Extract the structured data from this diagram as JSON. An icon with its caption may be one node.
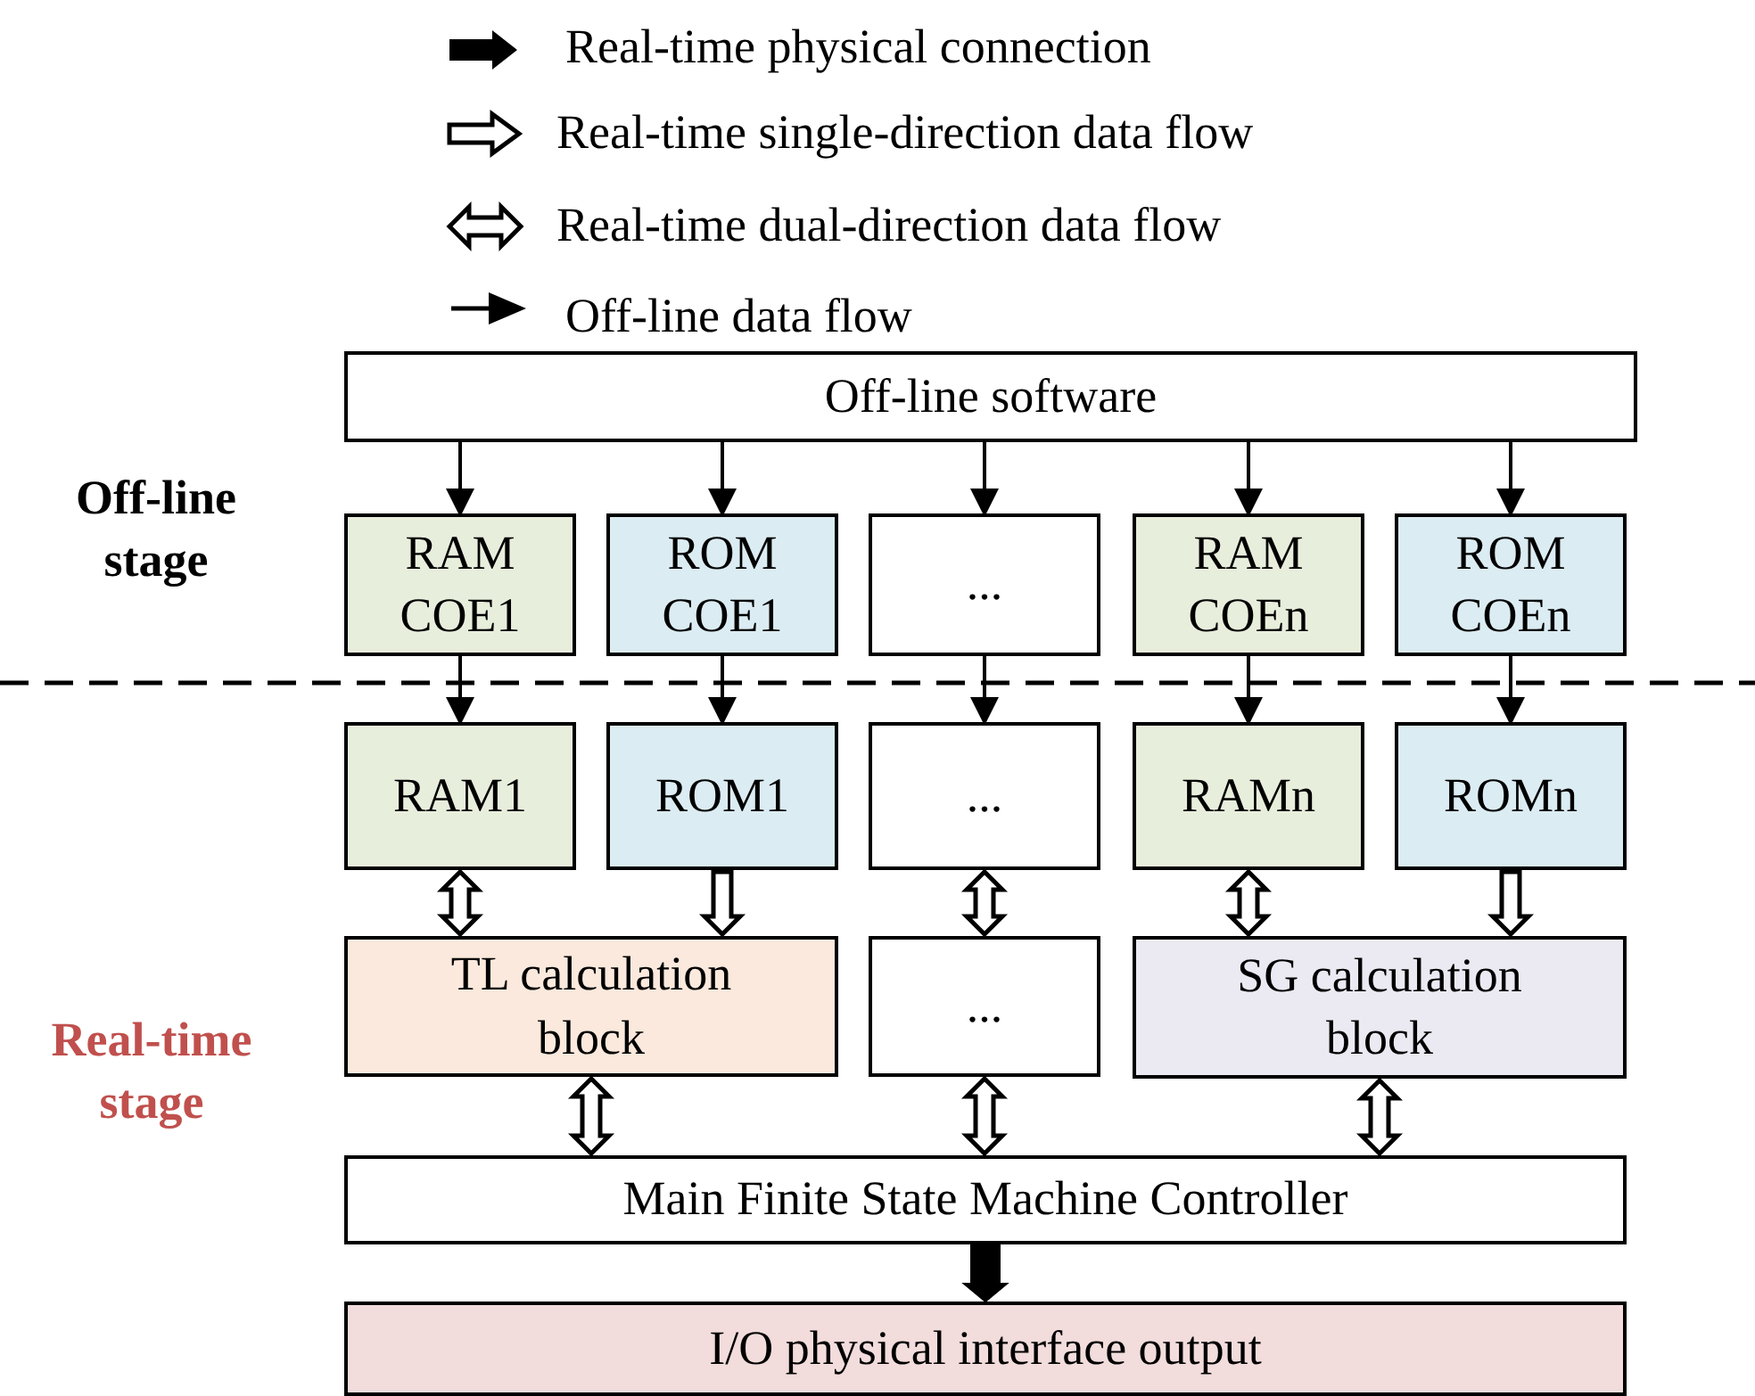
{
  "diagram": {
    "nodes": [
      {
        "text": [
          "Off-line software"
        ]
      },
      {
        "text": [
          "RAM COE1"
        ]
      },
      {
        "text": [
          "ROM COE1"
        ]
      },
      {
        "text": [
          "..."
        ]
      },
      {
        "text": [
          "RAM COEn"
        ]
      },
      {
        "text": [
          "ROM COEn"
        ]
      },
      {
        "text": [
          "RAM1"
        ]
      },
      {
        "text": [
          "ROM1"
        ]
      },
      {
        "text": [
          "..."
        ]
      },
      {
        "text": [
          "RAMn"
        ]
      },
      {
        "text": [
          "ROMn"
        ]
      },
      {
        "text": [
          "TL calculation block"
        ]
      },
      {
        "text": [
          "..."
        ]
      },
      {
        "text": [
          "SG calculation block"
        ]
      },
      {
        "text": [
          "Main Finite State Machine Controller"
        ]
      },
      {
        "text": [
          "I/O physical interface output"
        ]
      }
    ],
    "edges": [
      {
        "from": 0,
        "to": 1,
        "arrow": "to"
      },
      {
        "from": 0,
        "to": 2,
        "arrow": "to"
      },
      {
        "from": 0,
        "to": 3,
        "arrow": "to"
      },
      {
        "from": 0,
        "to": 4,
        "arrow": "to"
      },
      {
        "from": 0,
        "to": 5,
        "arrow": "to"
      },
      {
        "from": 1,
        "to": 6,
        "arrow": "to"
      },
      {
        "from": 2,
        "to": 7,
        "arrow": "to"
      },
      {
        "from": 3,
        "to": 8,
        "arrow": "to"
      },
      {
        "from": 4,
        "to": 9,
        "arrow": "to"
      },
      {
        "from": 5,
        "to": 10,
        "arrow": "to"
      },
      {
        "from": 6,
        "to": 11,
        "arrow": "both",
        "style": "thick"
      },
      {
        "from": 7,
        "to": 11,
        "arrow": "to",
        "style": "thick"
      },
      {
        "from": 8,
        "to": 12,
        "arrow": "both",
        "style": "thick"
      },
      {
        "from": 9,
        "to": 13,
        "arrow": "both",
        "style": "thick"
      },
      {
        "from": 10,
        "to": 13,
        "arrow": "to",
        "style": "thick"
      },
      {
        "from": 11,
        "to": 14,
        "arrow": "both",
        "style": "thick"
      },
      {
        "from": 12,
        "to": 14,
        "arrow": "both",
        "style": "thick"
      },
      {
        "from": 13,
        "to": 14,
        "arrow": "both",
        "style": "thick"
      },
      {
        "from": 14,
        "to": 15,
        "arrow": "to",
        "style": "thick",
        "color": "#000000"
      }
    ],
    "labels": [
      "Off-line stage",
      "Real-time stage"
    ],
    "legend": [
      {
        "text": "Real-time physical connection"
      },
      {
        "text": "Real-time single-direction data flow"
      },
      {
        "text": "Real-time dual-direction data flow"
      },
      {
        "text": "Off-line data flow"
      }
    ]
  }
}
